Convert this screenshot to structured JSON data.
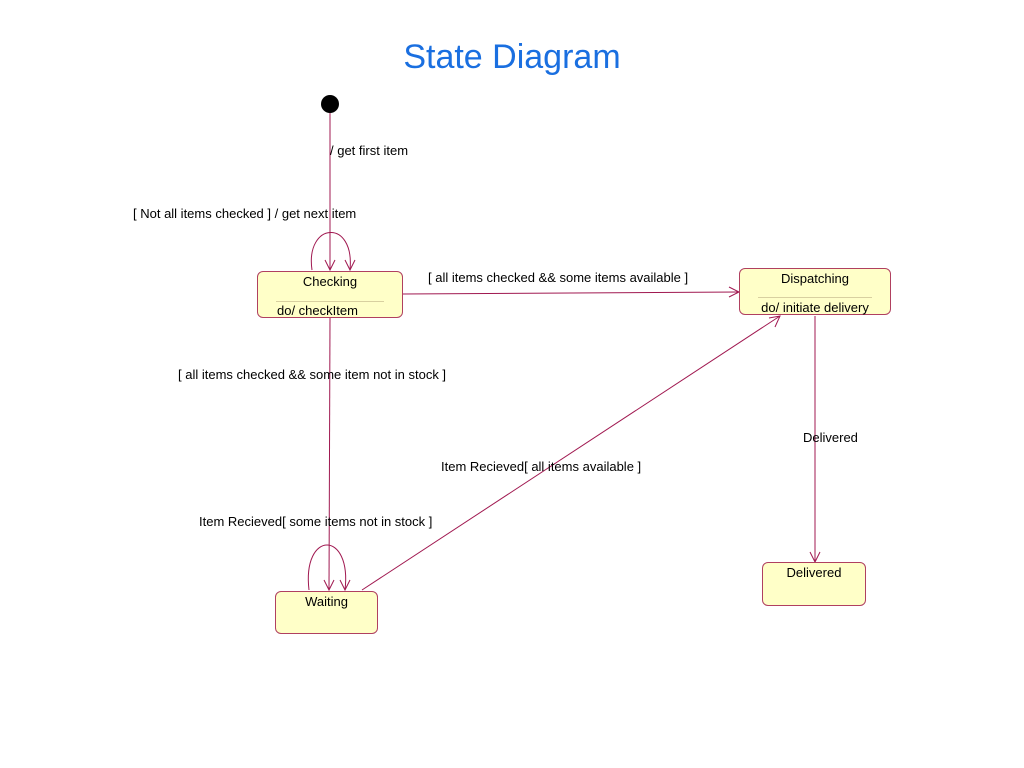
{
  "title": "State Diagram",
  "colors": {
    "title": "#1a6fe0",
    "state_fill": "#ffffc8",
    "state_border": "#b04060",
    "transition_line": "#a01850"
  },
  "states": {
    "checking": {
      "name": "Checking",
      "activity": "do/ checkItem"
    },
    "dispatching": {
      "name": "Dispatching",
      "activity": "do/ initiate delivery"
    },
    "waiting": {
      "name": "Waiting"
    },
    "delivered": {
      "name": "Delivered"
    }
  },
  "transitions": {
    "initial_to_checking": "/ get first item",
    "checking_self": "[ Not all items checked ] / get next item",
    "checking_to_dispatching": "[ all items checked && some items available ]",
    "checking_to_waiting": "[ all items checked && some item not in stock ]",
    "waiting_self": "Item Recieved[ some items not in stock ]",
    "waiting_to_dispatching": "Item Recieved[ all items available ]",
    "dispatching_to_delivered": "Delivered"
  }
}
